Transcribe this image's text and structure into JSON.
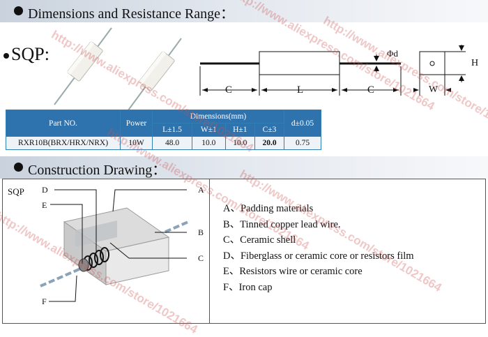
{
  "section1": {
    "title": "Dimensions and Resistance Range：",
    "bullet_icon": "bullet-icon"
  },
  "model_label": "SQP:",
  "diagram_labels": {
    "phi_d": "Φd",
    "c_left": "C",
    "l": "L",
    "c_right": "C",
    "h": "H",
    "w": "W"
  },
  "spec_table": {
    "headers": {
      "part_no": "Part NO.",
      "power": "Power",
      "dimensions": "Dimensions(mm)",
      "d": "d±0.05"
    },
    "sub_headers": [
      "L±1.5",
      "W±1",
      "H±1",
      "C±3"
    ],
    "row": {
      "part_no": "RXR10B(BRX/HRX/NRX)",
      "power": "10W",
      "l": "48.0",
      "w": "10.0",
      "h": "10.0",
      "c": "20.0",
      "d": "0.75"
    }
  },
  "section2": {
    "title": "Construction Drawing："
  },
  "construction": {
    "model": "SQP",
    "callouts": [
      "A",
      "B",
      "C",
      "D",
      "E",
      "F"
    ],
    "items": [
      "A、Padding materials",
      "B、Tinned copper lead wire.",
      "C、Ceramic shell",
      "D、Fiberglass or ceramic core or resistors film",
      "E、Resistors wire or ceramic core",
      "F、Iron cap"
    ]
  },
  "watermark": "http://www.aliexpress.com/store/1021664",
  "colors": {
    "table_header": "#2e73ad",
    "table_border": "#2f7fb5",
    "watermark": "#cd5050"
  }
}
